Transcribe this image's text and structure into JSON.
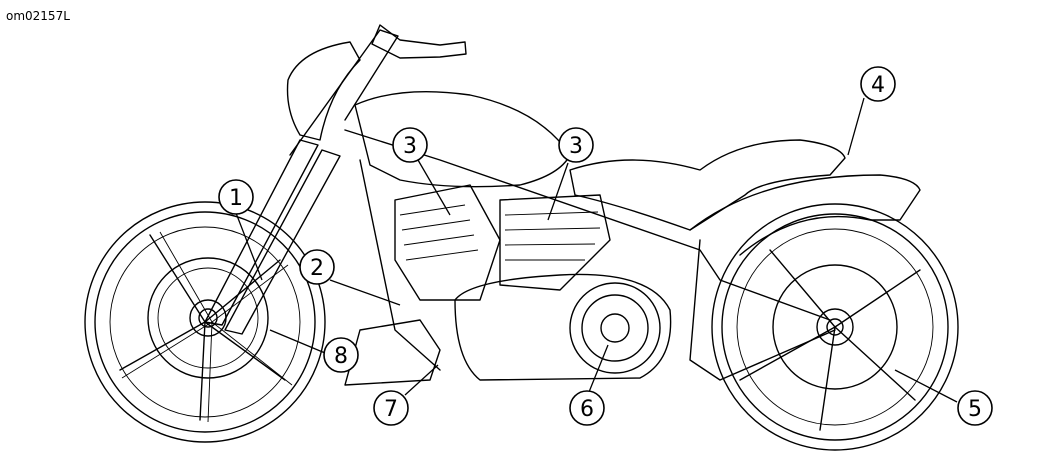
{
  "figure_id": "om02157L",
  "callouts": [
    {
      "key": "c1",
      "label": "1"
    },
    {
      "key": "c2",
      "label": "2"
    },
    {
      "key": "c3a",
      "label": "3"
    },
    {
      "key": "c3b",
      "label": "3"
    },
    {
      "key": "c4",
      "label": "4"
    },
    {
      "key": "c5",
      "label": "5"
    },
    {
      "key": "c6",
      "label": "6"
    },
    {
      "key": "c7",
      "label": "7"
    },
    {
      "key": "c8",
      "label": "8"
    }
  ]
}
